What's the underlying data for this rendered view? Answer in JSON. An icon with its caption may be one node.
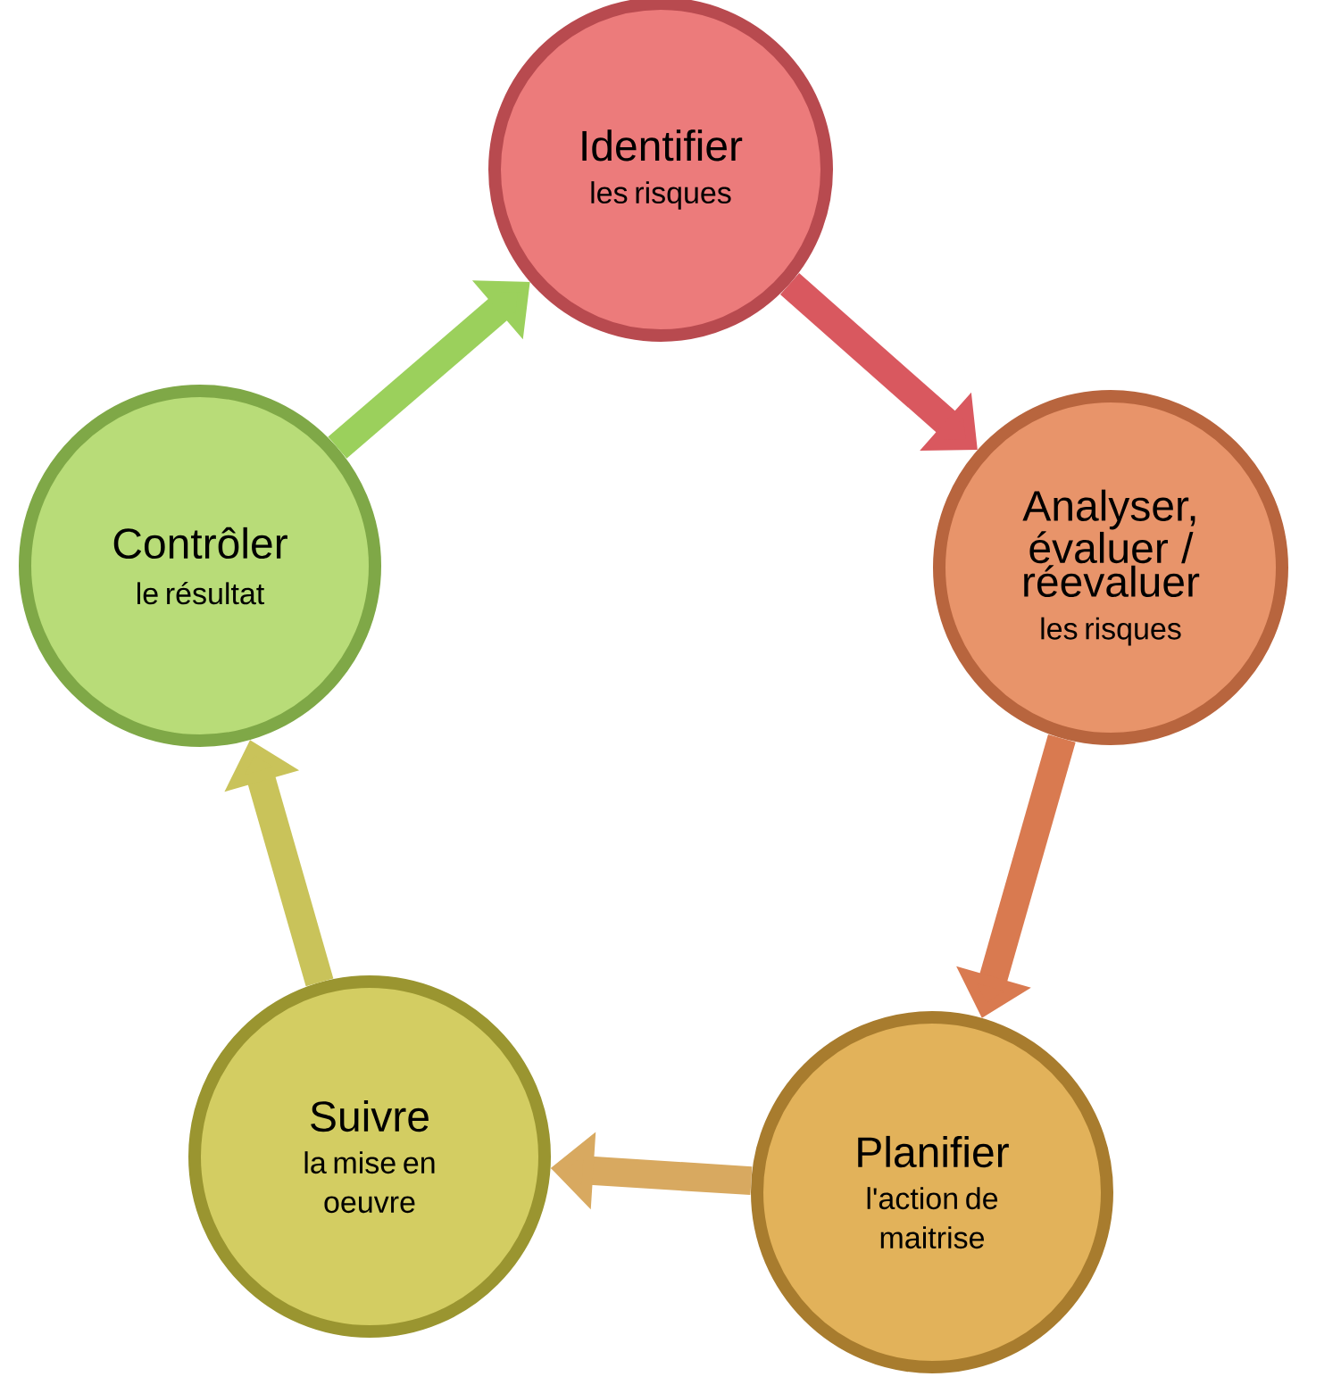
{
  "diagram": {
    "nodes": [
      {
        "text": [
          "Identifier",
          "les risques"
        ]
      },
      {
        "text": [
          "Analyser, évaluer / réevaluer",
          "les risques"
        ]
      },
      {
        "text": [
          "Planifier",
          "l'action de maitrise"
        ]
      },
      {
        "text": [
          "Suivre",
          "la mise en oeuvre"
        ]
      },
      {
        "text": [
          "Contrôler",
          "le résultat"
        ]
      }
    ],
    "edges": [
      {
        "from": 0,
        "to": 1,
        "arrow": "to",
        "color": "#d9585f"
      },
      {
        "from": 1,
        "to": 2,
        "arrow": "to",
        "color": "#d97a50"
      },
      {
        "from": 2,
        "to": 3,
        "arrow": "to",
        "color": "#d8a960"
      },
      {
        "from": 3,
        "to": 4,
        "arrow": "to",
        "color": "#c9c35a"
      },
      {
        "from": 4,
        "to": 0,
        "arrow": "to",
        "color": "#9bd05c"
      }
    ]
  }
}
